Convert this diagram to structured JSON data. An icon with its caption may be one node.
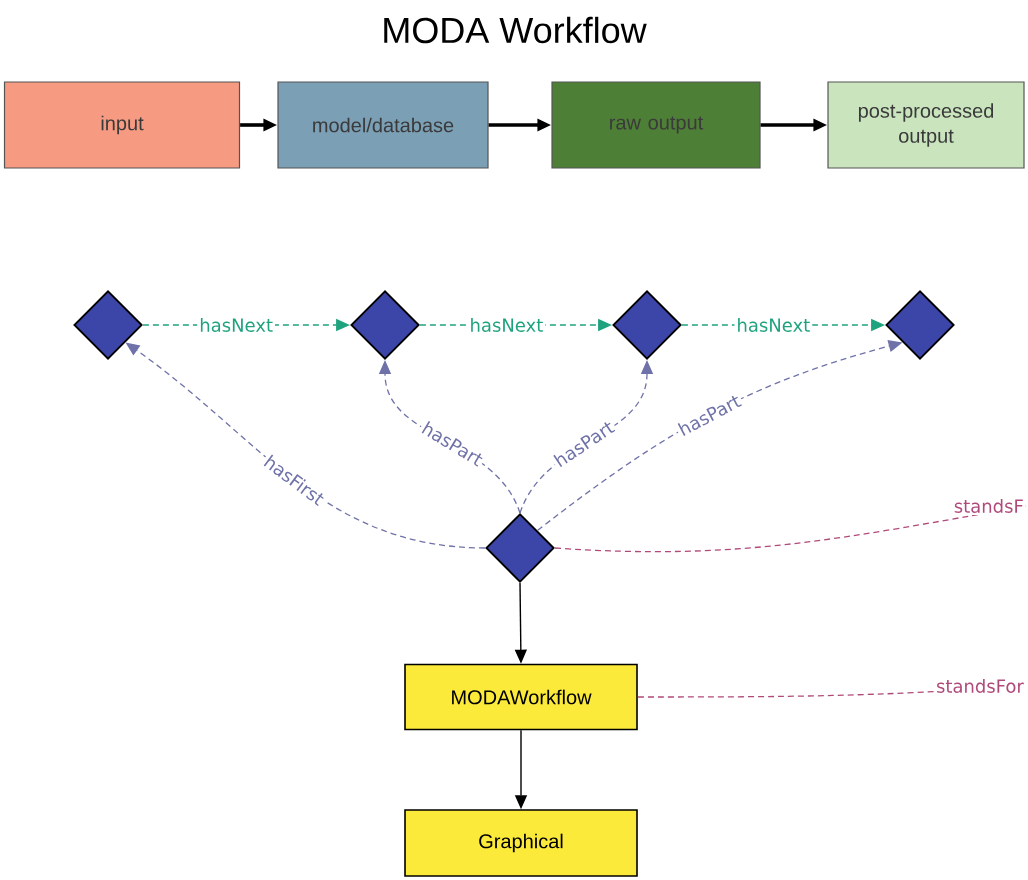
{
  "diagram": {
    "title": "MODA Workflow",
    "nodes": [
      {
        "text": [
          "input"
        ]
      },
      {
        "text": [
          "model/database"
        ]
      },
      {
        "text": [
          "raw output"
        ]
      },
      {
        "text": [
          "post-processed output"
        ]
      },
      {
        "text": [],
        "shape": "diamond"
      },
      {
        "text": [],
        "shape": "diamond"
      },
      {
        "text": [],
        "shape": "diamond"
      },
      {
        "text": [],
        "shape": "diamond"
      },
      {
        "text": [],
        "shape": "diamond"
      },
      {
        "text": [
          "MODAWorkflow"
        ]
      },
      {
        "text": [
          "Graphical"
        ]
      }
    ],
    "edges": [
      {
        "from": 0,
        "to": 1,
        "arrow": "to",
        "style": "thick"
      },
      {
        "from": 1,
        "to": 2,
        "arrow": "to",
        "style": "thick"
      },
      {
        "from": 2,
        "to": 3,
        "arrow": "to",
        "style": "thick"
      },
      {
        "from": 4,
        "to": 5,
        "arrow": "to",
        "label": "hasNext",
        "style": "dashed",
        "color": "#1fa37f"
      },
      {
        "from": 5,
        "to": 6,
        "arrow": "to",
        "label": "hasNext",
        "style": "dashed",
        "color": "#1fa37f"
      },
      {
        "from": 6,
        "to": 7,
        "arrow": "to",
        "label": "hasNext",
        "style": "dashed",
        "color": "#1fa37f"
      },
      {
        "from": 8,
        "to": 4,
        "arrow": "to",
        "label": "hasFirst",
        "style": "dashed",
        "color": "#6f72a8"
      },
      {
        "from": 8,
        "to": 5,
        "arrow": "to",
        "label": "hasPart",
        "style": "dashed",
        "color": "#6f72a8"
      },
      {
        "from": 8,
        "to": 6,
        "arrow": "to",
        "label": "hasPart",
        "style": "dashed",
        "color": "#6f72a8"
      },
      {
        "from": 8,
        "to": 7,
        "arrow": "to",
        "label": "hasPart",
        "style": "dashed",
        "color": "#6f72a8"
      },
      {
        "from": 8,
        "to": null,
        "arrow": "none",
        "label": "standsF",
        "style": "dashed",
        "color": "#b04a7a"
      },
      {
        "from": 9,
        "to": null,
        "arrow": "none",
        "label": "standsFor",
        "style": "dashed",
        "color": "#b04a7a"
      },
      {
        "from": 8,
        "to": 9,
        "arrow": "to"
      },
      {
        "from": 9,
        "to": 10,
        "arrow": "to"
      }
    ]
  }
}
